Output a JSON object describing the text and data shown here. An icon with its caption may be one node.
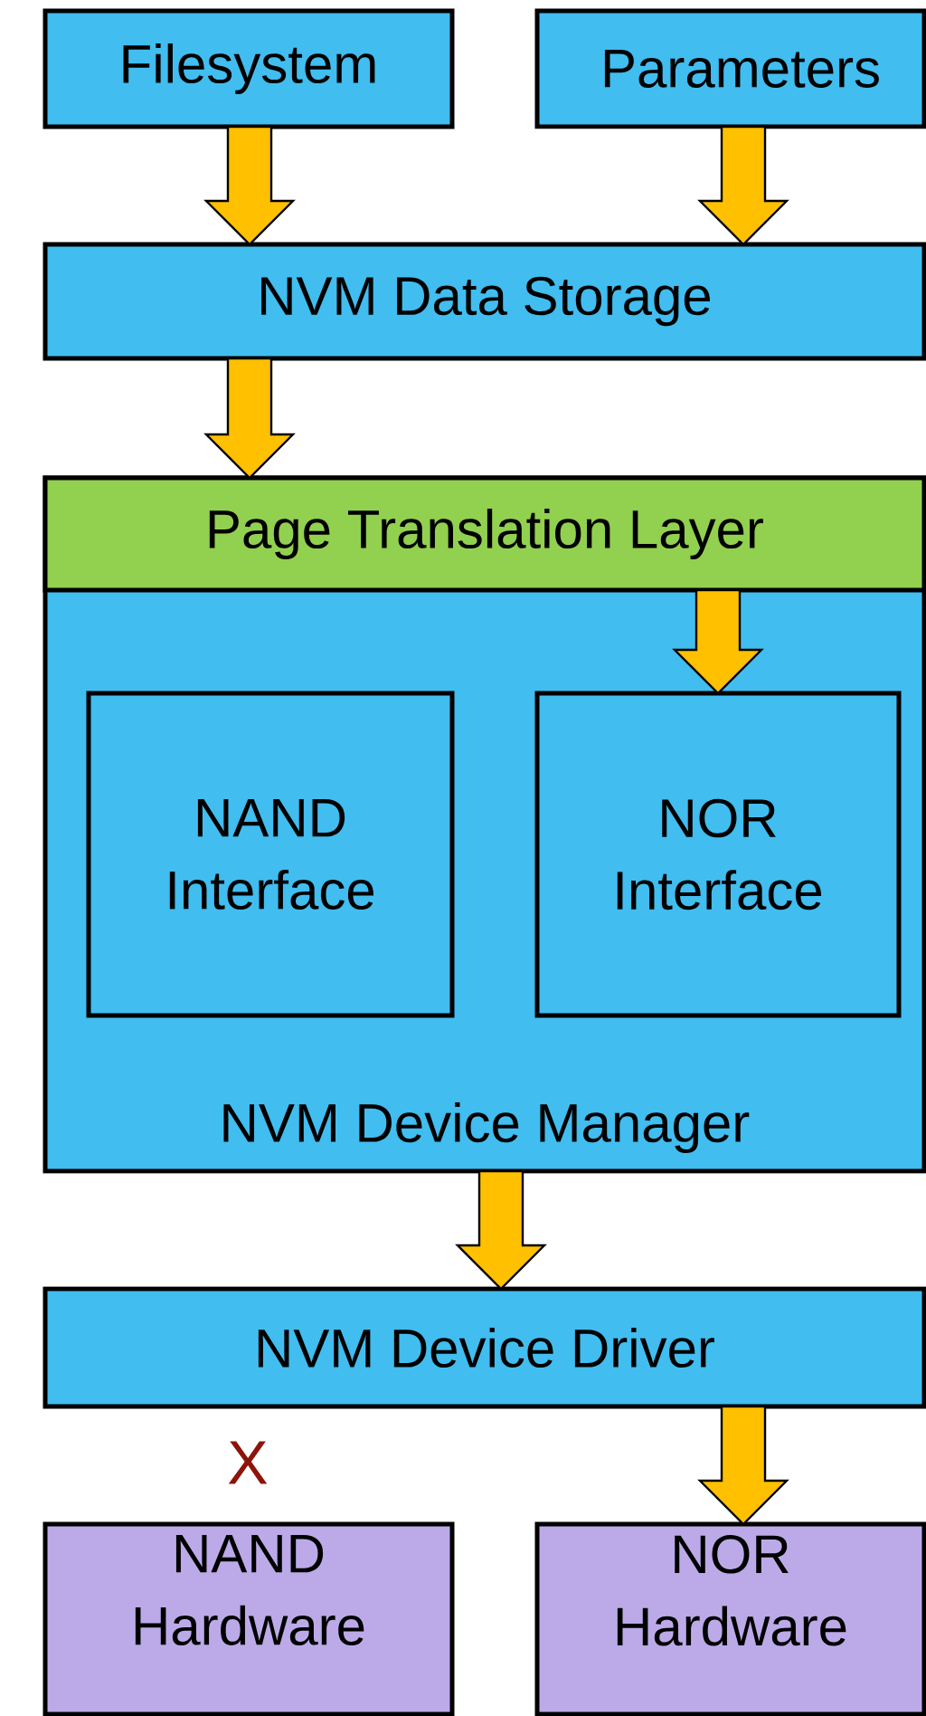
{
  "diagram": {
    "nodes": [
      {
        "text": [
          "Filesystem"
        ]
      },
      {
        "text": [
          "Parameters"
        ]
      },
      {
        "text": [
          "NVM Data Storage"
        ]
      },
      {
        "text": [
          "NVM Device Manager"
        ]
      },
      {
        "text": [
          "Page Translation Layer"
        ],
        "in": 3
      },
      {
        "text": [
          "NAND Interface"
        ],
        "in": 3
      },
      {
        "text": [
          "NOR Interface"
        ],
        "in": 3
      },
      {
        "text": [
          "NVM Device Driver"
        ]
      },
      {
        "text": [
          "NAND Hardware"
        ]
      },
      {
        "text": [
          "NOR Hardware"
        ]
      }
    ],
    "edges": [
      {
        "from": 0,
        "to": 2,
        "arrow": "to"
      },
      {
        "from": 1,
        "to": 2,
        "arrow": "to"
      },
      {
        "from": 2,
        "to": 4,
        "arrow": "to"
      },
      {
        "from": 4,
        "to": 6,
        "arrow": "to"
      },
      {
        "from": 3,
        "to": 7,
        "arrow": "to"
      },
      {
        "from": 7,
        "to": 9,
        "arrow": "to"
      }
    ],
    "labels": [
      "X"
    ]
  }
}
